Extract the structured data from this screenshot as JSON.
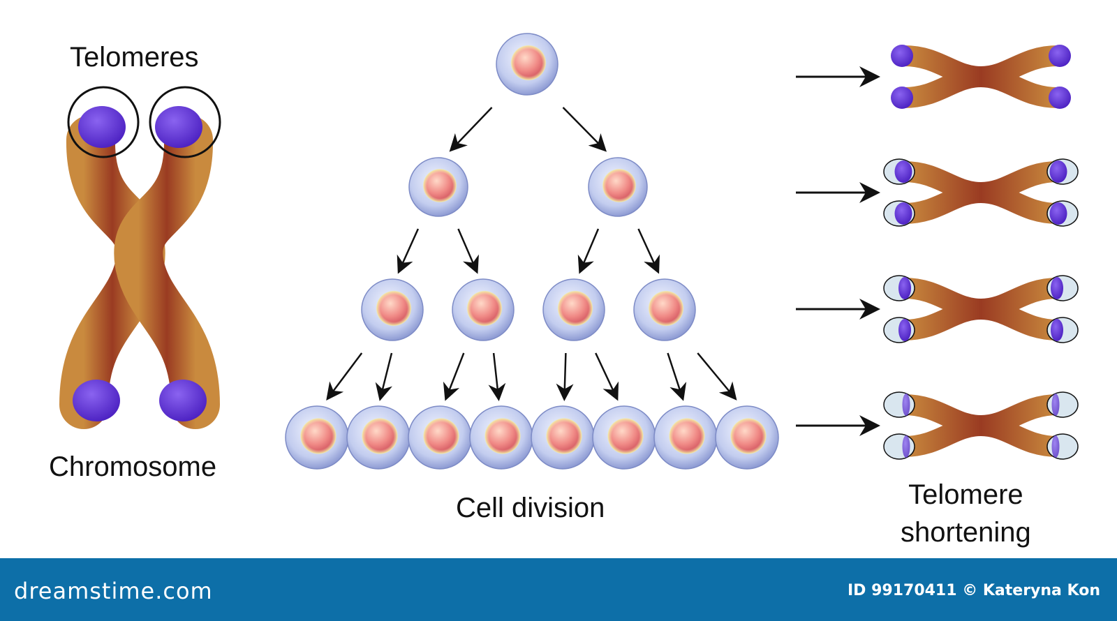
{
  "labels": {
    "telomeres": "Telomeres",
    "chromosome": "Chromosome",
    "cell_division": "Cell division",
    "telomere_shortening_line1": "Telomere",
    "telomere_shortening_line2": "shortening"
  },
  "footer": {
    "logo": "dreamstime.com",
    "credit": "ID 99170411 © Kateryna Kon"
  },
  "colors": {
    "chromosome_body": "#a0522d",
    "telomere": "#5a2bd6",
    "cell_membrane": "#b9c6ea",
    "cell_nucleus": "#e86f78",
    "footer_bar": "#0d6fa8"
  },
  "division_generations": [
    1,
    2,
    4,
    8
  ],
  "shortening_stages": 4
}
